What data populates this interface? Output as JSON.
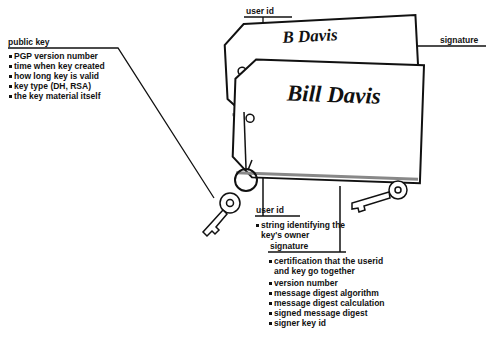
{
  "diagram": {
    "nodes": [
      {
        "text": [
          "B Davis"
        ]
      },
      {
        "text": [
          "Bill Davis"
        ]
      }
    ],
    "labels": [
      "public key",
      "PGP version number",
      "time when key created",
      "how long key is valid",
      "key type (DH, RSA)",
      "the key material itself",
      "user id",
      "signature",
      "user id",
      "string identifying the key's owner",
      "signature",
      "certification that the userid and key go together",
      "version number",
      "message digest algorithm",
      "message digest calculation",
      "signed message digest",
      "signer key id"
    ]
  }
}
